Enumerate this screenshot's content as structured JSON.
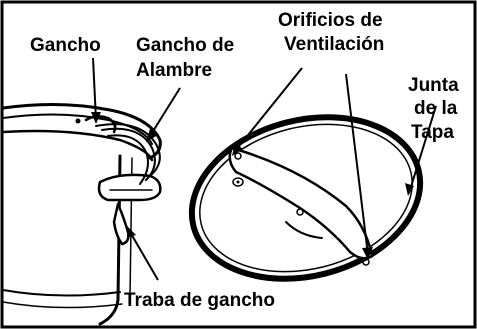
{
  "labels": {
    "gancho": "Gancho",
    "gancho_alambre": [
      "Gancho de",
      "Alambre"
    ],
    "orificios": [
      "Orificios de",
      "Ventilación"
    ],
    "junta": [
      "Junta",
      "de la",
      "Tapa"
    ],
    "traba": "Traba de gancho"
  },
  "colors": {
    "line": "#000000",
    "background": "#ffffff"
  }
}
